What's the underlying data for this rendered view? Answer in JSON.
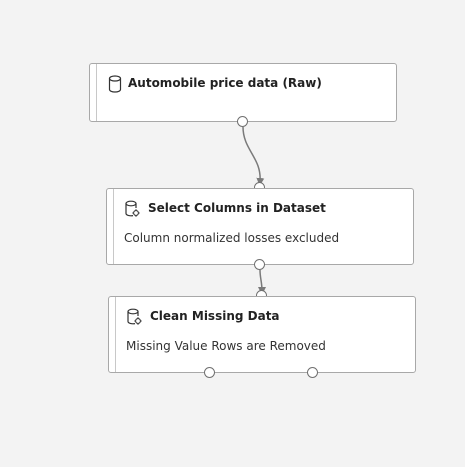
{
  "modules": [
    {
      "title": "Automobile price data (Raw)",
      "icon": "dataset-icon"
    },
    {
      "title": "Select Columns in Dataset",
      "description": "Column normalized losses excluded",
      "icon": "dataset-module-icon"
    },
    {
      "title": "Clean Missing Data",
      "description": "Missing Value Rows are Removed",
      "icon": "dataset-module-icon"
    }
  ],
  "colors": {
    "canvas_background": "#f3f3f3",
    "module_border": "#a8a8a8",
    "connector": "#7a7a7a"
  }
}
